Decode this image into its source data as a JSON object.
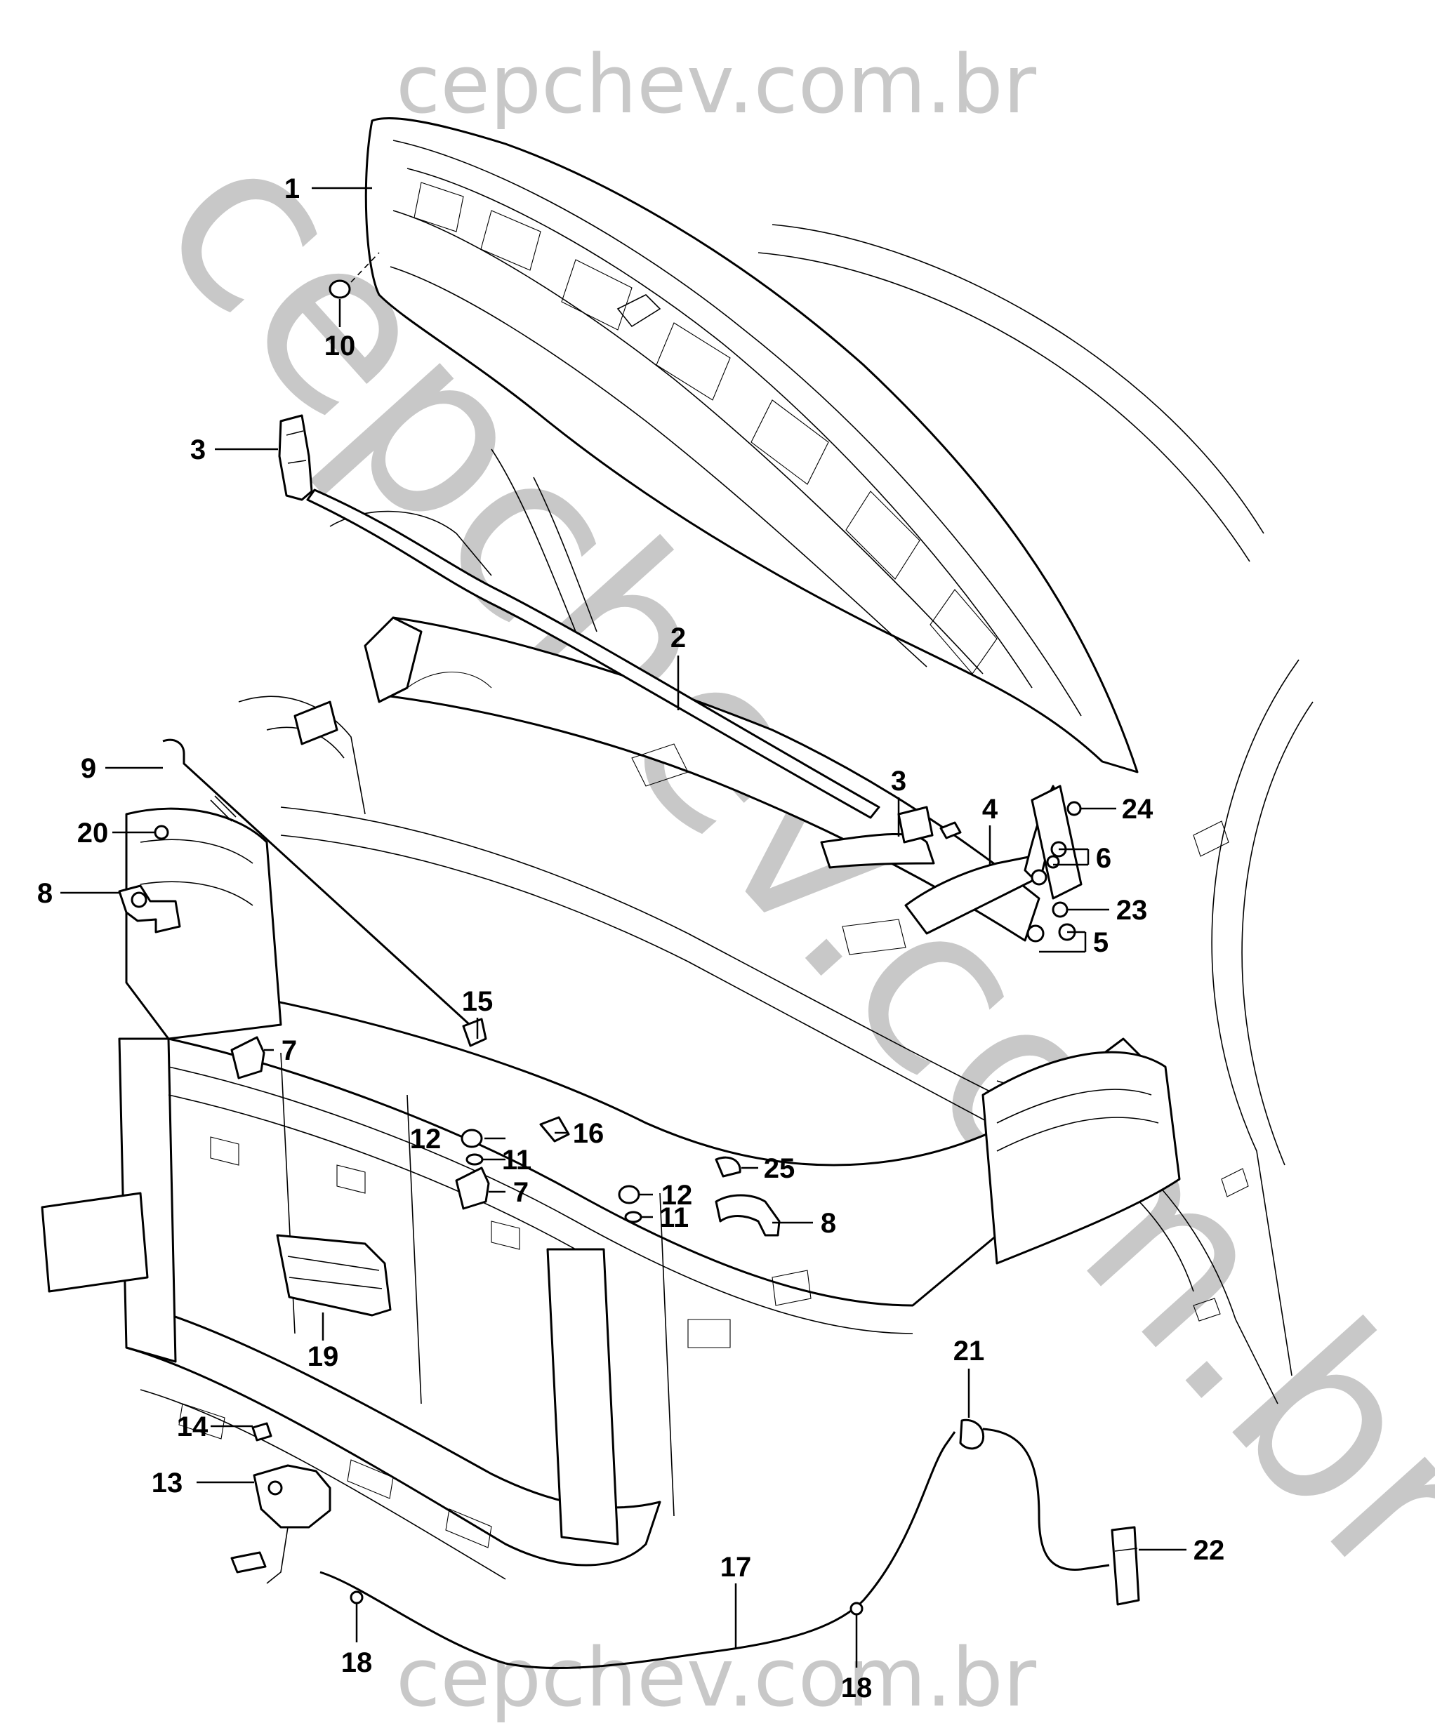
{
  "watermark": {
    "top": "cepchev.com.br",
    "bottom": "cepchev.com.br",
    "diagonal": "cepchev.com.br"
  },
  "callouts": {
    "c1": "1",
    "c2": "2",
    "c3a": "3",
    "c3b": "3",
    "c4": "4",
    "c5": "5",
    "c6": "6",
    "c7a": "7",
    "c7b": "7",
    "c8a": "8",
    "c8b": "8",
    "c9": "9",
    "c10": "10",
    "c11a": "11",
    "c11b": "11",
    "c12a": "12",
    "c12b": "12",
    "c13": "13",
    "c14": "14",
    "c15": "15",
    "c16": "16",
    "c17": "17",
    "c18a": "18",
    "c18b": "18",
    "c19": "19",
    "c20": "20",
    "c21": "21",
    "c22": "22",
    "c23": "23",
    "c24": "24",
    "c25": "25"
  }
}
